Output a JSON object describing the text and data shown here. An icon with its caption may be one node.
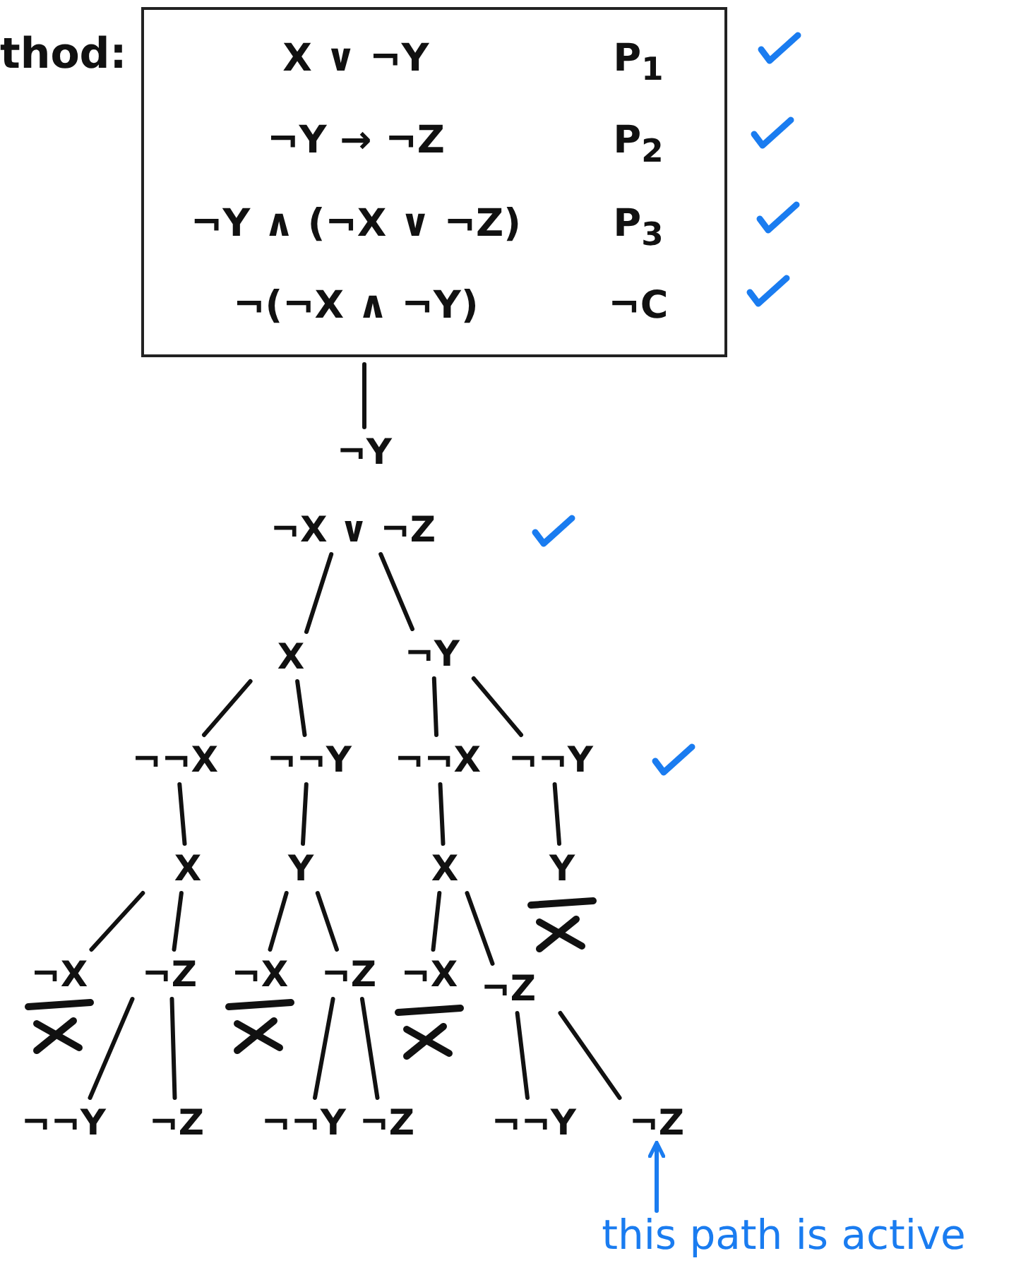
{
  "diagram": {
    "nodes": [
      {
        "text": [
          "X ∨ ¬Y",
          "P$_{1}$",
          "¬Y → ¬Z",
          "P$_{2}$",
          "¬Y ∧ (¬X ∨ ¬Z)",
          "P$_{3}$",
          "¬(¬X ∧ ¬Y)",
          "¬C"
        ]
      },
      {
        "text": [
          "¬Y"
        ]
      },
      {
        "text": [
          "¬X ∨ ¬Z"
        ]
      },
      {
        "text": [
          "X"
        ]
      },
      {
        "text": [
          "¬Y"
        ]
      },
      {
        "text": [
          "¬¬X"
        ]
      },
      {
        "text": [
          "¬¬Y"
        ]
      },
      {
        "text": [
          "¬¬X"
        ]
      },
      {
        "text": [
          "¬¬Y"
        ]
      },
      {
        "text": [
          "X"
        ]
      },
      {
        "text": [
          "Y"
        ]
      },
      {
        "text": [
          "X"
        ]
      },
      {
        "text": [
          "Y"
        ]
      },
      {
        "text": [
          "¬X"
        ]
      },
      {
        "text": [
          "¬Z"
        ]
      },
      {
        "text": [
          "¬X"
        ]
      },
      {
        "text": [
          "¬Z"
        ]
      },
      {
        "text": [
          "¬X"
        ]
      },
      {
        "text": [
          "¬Z"
        ]
      },
      {
        "text": [
          "¬¬Y"
        ]
      },
      {
        "text": [
          "¬Z"
        ]
      },
      {
        "text": [
          "¬¬Y"
        ]
      },
      {
        "text": [
          "¬Z"
        ]
      },
      {
        "text": [
          "¬¬Y"
        ]
      },
      {
        "text": [
          "¬Z"
        ]
      },
      {
        "text": [
          "this path is active"
        ]
      }
    ],
    "edges": [
      {
        "from": 0,
        "to": 1,
        "arrow": "none"
      },
      {
        "from": 2,
        "to": 3,
        "arrow": "none"
      },
      {
        "from": 2,
        "to": 4,
        "arrow": "none"
      },
      {
        "from": 3,
        "to": 5,
        "arrow": "none"
      },
      {
        "from": 3,
        "to": 6,
        "arrow": "none"
      },
      {
        "from": 4,
        "to": 7,
        "arrow": "none"
      },
      {
        "from": 4,
        "to": 8,
        "arrow": "none"
      },
      {
        "from": 5,
        "to": 9,
        "arrow": "none"
      },
      {
        "from": 6,
        "to": 10,
        "arrow": "none"
      },
      {
        "from": 7,
        "to": 11,
        "arrow": "none"
      },
      {
        "from": 8,
        "to": 12,
        "arrow": "none"
      },
      {
        "from": 9,
        "to": 13,
        "arrow": "none"
      },
      {
        "from": 9,
        "to": 14,
        "arrow": "none"
      },
      {
        "from": 10,
        "to": 15,
        "arrow": "none"
      },
      {
        "from": 10,
        "to": 16,
        "arrow": "none"
      },
      {
        "from": 11,
        "to": 17,
        "arrow": "none"
      },
      {
        "from": 11,
        "to": 18,
        "arrow": "none"
      },
      {
        "from": 14,
        "to": 19,
        "arrow": "none"
      },
      {
        "from": 14,
        "to": 20,
        "arrow": "none"
      },
      {
        "from": 16,
        "to": 21,
        "arrow": "none"
      },
      {
        "from": 16,
        "to": 22,
        "arrow": "none"
      },
      {
        "from": 18,
        "to": 23,
        "arrow": "none"
      },
      {
        "from": 18,
        "to": 24,
        "arrow": "none"
      },
      {
        "from": 25,
        "to": 24,
        "arrow": "to",
        "color": "#1a7cf0"
      }
    ],
    "labels": [
      "thod:"
    ]
  }
}
